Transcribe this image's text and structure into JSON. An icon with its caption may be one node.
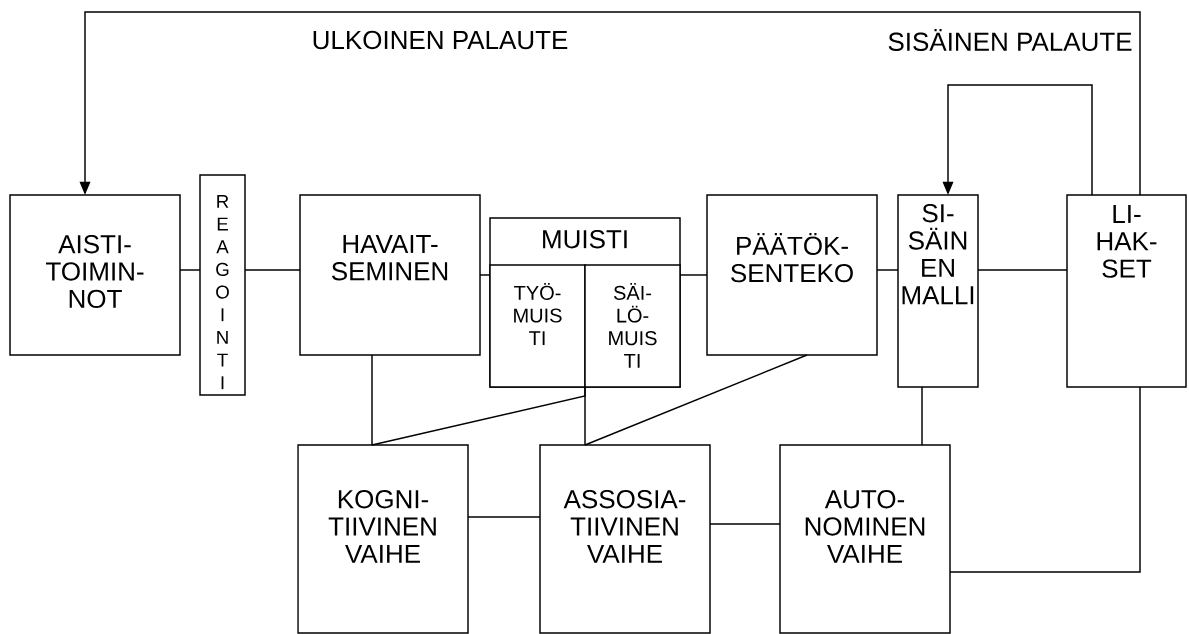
{
  "diagram": {
    "nodes": [
      {
        "text": [
          "AISTI- TOIMIN- NOT"
        ]
      },
      {
        "text": [
          "REAGOINTI"
        ]
      },
      {
        "text": [
          "HAVAIT- SEMINEN"
        ]
      },
      {
        "text": [
          "MUISTI"
        ]
      },
      {
        "text": [
          "TYÖ- MUIS TI"
        ],
        "in": 3
      },
      {
        "text": [
          "SÄI- LÖ- MUIS TI"
        ],
        "in": 3
      },
      {
        "text": [
          "PÄÄTÖK- SENTEKO"
        ]
      },
      {
        "text": [
          "SI- SÄIN EN MALLI"
        ]
      },
      {
        "text": [
          "LI- HAK- SET"
        ]
      },
      {
        "text": [
          "KOGNI- TIIVINEN VAIHE"
        ]
      },
      {
        "text": [
          "ASSOSIA- TIIVINEN VAIHE"
        ]
      },
      {
        "text": [
          "AUTO- NOMINEN VAIHE"
        ]
      }
    ],
    "edges": [
      {
        "from": 0,
        "to": 1,
        "arrow": "none"
      },
      {
        "from": 1,
        "to": 2,
        "arrow": "none"
      },
      {
        "from": 2,
        "to": 3,
        "arrow": "none"
      },
      {
        "from": 3,
        "to": 6,
        "arrow": "none"
      },
      {
        "from": 6,
        "to": 7,
        "arrow": "none"
      },
      {
        "from": 7,
        "to": 8,
        "arrow": "none"
      },
      {
        "from": 8,
        "to": 0,
        "arrow": "to",
        "label": "ULKOINEN PALAUTE"
      },
      {
        "from": 8,
        "to": 7,
        "arrow": "to",
        "label": "SISÄINEN PALAUTE"
      },
      {
        "from": 2,
        "to": 9,
        "arrow": "none"
      },
      {
        "from": 3,
        "to": 9,
        "arrow": "none"
      },
      {
        "from": 3,
        "to": 10,
        "arrow": "none"
      },
      {
        "from": 6,
        "to": 10,
        "arrow": "none"
      },
      {
        "from": 7,
        "to": 11,
        "arrow": "none"
      },
      {
        "from": 8,
        "to": 11,
        "arrow": "none"
      },
      {
        "from": 9,
        "to": 10,
        "arrow": "none"
      },
      {
        "from": 10,
        "to": 11,
        "arrow": "none"
      }
    ]
  }
}
